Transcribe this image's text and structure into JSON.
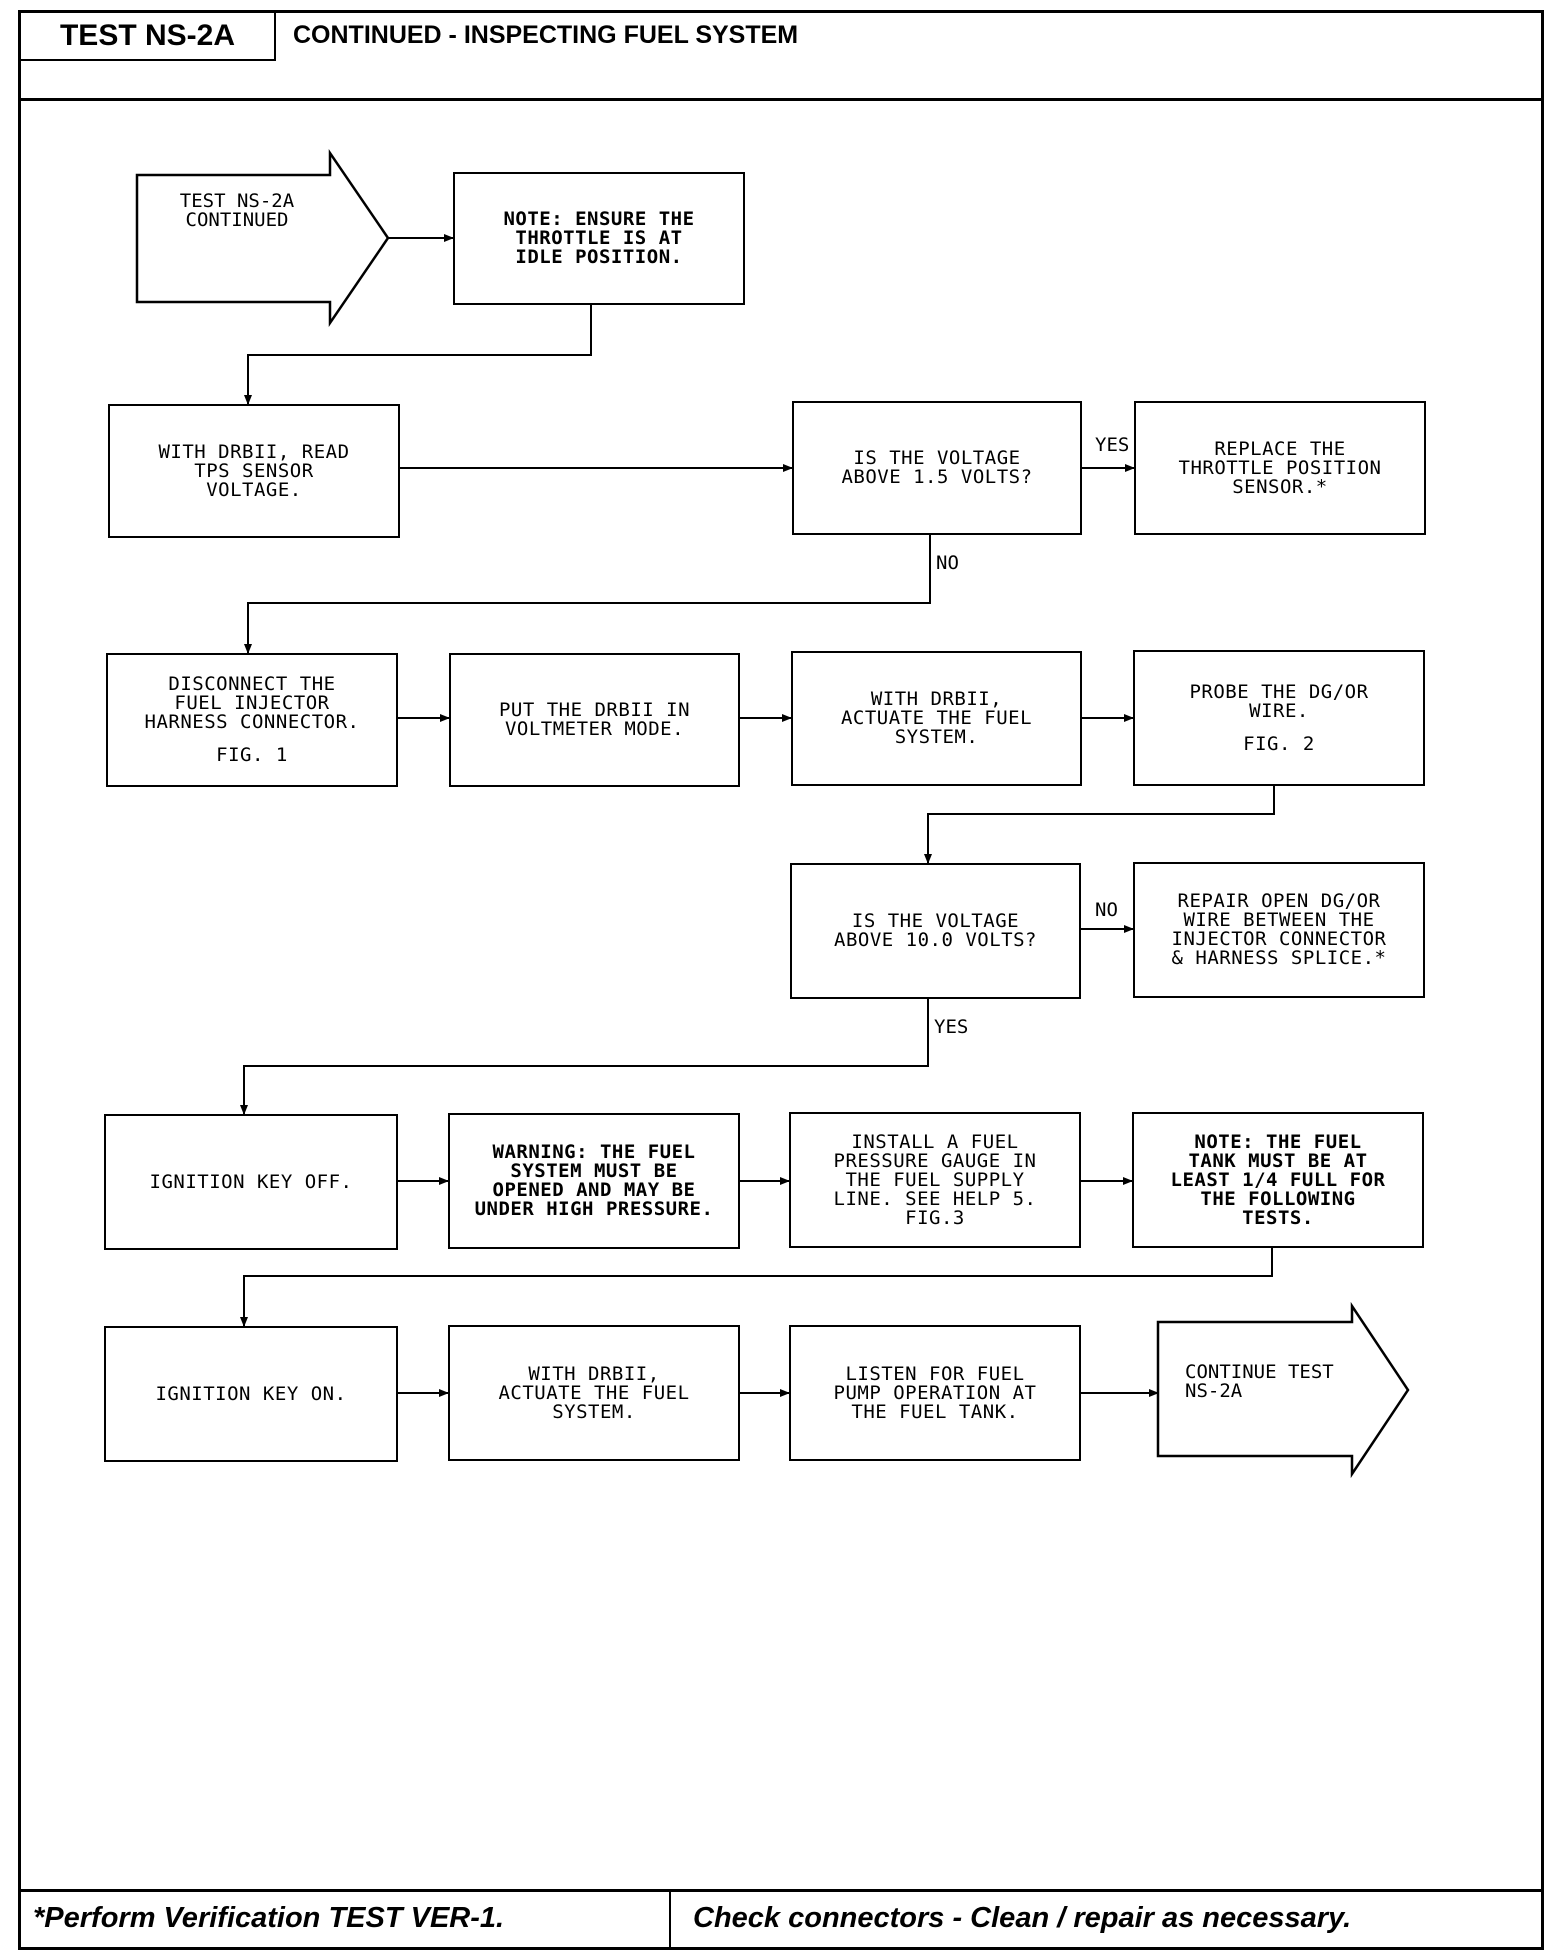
{
  "header": {
    "test_id": "TEST NS-2A",
    "title": "CONTINUED -  INSPECTING FUEL SYSTEM"
  },
  "flowchart": {
    "start": "TEST NS-2A\nCONTINUED",
    "note_throttle": "NOTE: ENSURE THE\nTHROTTLE IS AT\nIDLE POSITION.",
    "read_tps": "WITH DRBII, READ\nTPS SENSOR\nVOLTAGE.",
    "q_voltage_1_5": "IS THE VOLTAGE\nABOVE 1.5 VOLTS?",
    "replace_tps": "REPLACE THE\nTHROTTLE POSITION\nSENSOR.*",
    "disconnect_injector": "DISCONNECT THE\nFUEL INJECTOR\nHARNESS CONNECTOR.",
    "disconnect_fig": "FIG. 1",
    "voltmeter_mode": "PUT THE DRBII IN\nVOLTMETER MODE.",
    "actuate_fuel_1": "WITH DRBII,\nACTUATE THE FUEL\nSYSTEM.",
    "probe_wire": "PROBE THE DG/OR\nWIRE.",
    "probe_fig": "FIG. 2",
    "q_voltage_10": "IS THE VOLTAGE\nABOVE 10.0 VOLTS?",
    "repair_wire": "REPAIR OPEN DG/OR\nWIRE BETWEEN THE\nINJECTOR CONNECTOR\n& HARNESS SPLICE.*",
    "ignition_off": "IGNITION KEY OFF.",
    "warning": "WARNING: THE FUEL\nSYSTEM MUST BE\nOPENED AND MAY BE\nUNDER HIGH PRESSURE.",
    "install_gauge": "INSTALL A FUEL\nPRESSURE GAUGE IN\nTHE FUEL SUPPLY\nLINE. SEE HELP 5.\nFIG.3",
    "note_tank": "NOTE: THE FUEL\nTANK MUST BE AT\nLEAST 1/4 FULL FOR\nTHE FOLLOWING\nTESTS.",
    "ignition_on": "IGNITION KEY ON.",
    "actuate_fuel_2": "WITH DRBII,\nACTUATE THE FUEL\nSYSTEM.",
    "listen_pump": "LISTEN FOR FUEL\nPUMP OPERATION AT\nTHE FUEL TANK.",
    "continue": "CONTINUE TEST\nNS-2A",
    "label_yes_1": "YES",
    "label_no_1": "NO",
    "label_no_2": "NO",
    "label_yes_2": "YES"
  },
  "footer": {
    "left": "*Perform Verification TEST VER-1.",
    "right": "Check connectors - Clean / repair as necessary."
  }
}
